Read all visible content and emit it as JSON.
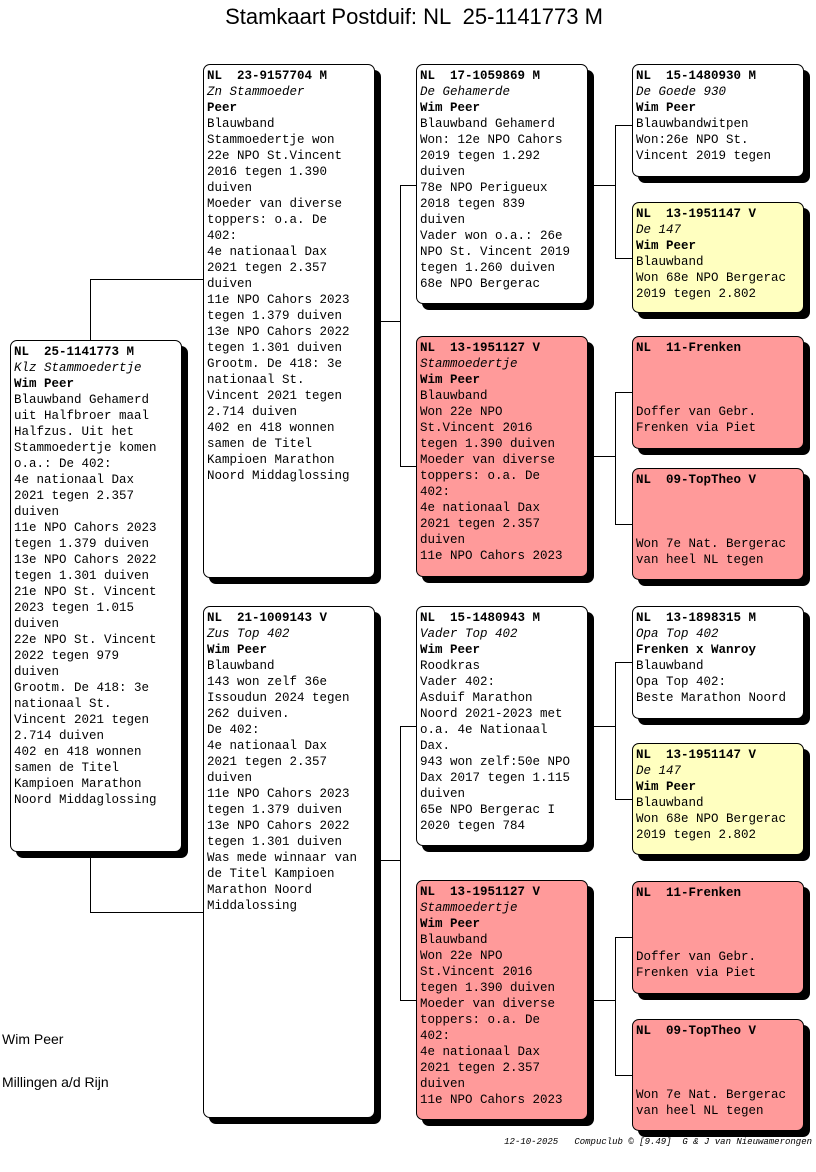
{
  "title": "Stamkaart Postduif: NL  25-1141773 M",
  "colors": {
    "white": "#ffffff",
    "yellow": "#ffffc0",
    "red": "#ff9a9a"
  },
  "cards": [
    {
      "id": "subject",
      "color": "white",
      "ring": "NL  25-1141773 M",
      "name": "Klz Stammoedertje",
      "owner": "Wim Peer",
      "lines": [
        "Blauwband Gehamerd",
        "uit Halfbroer maal",
        "Halfzus. Uit het",
        "Stammoedertje komen",
        "o.a.: De 402:",
        "4e nationaal Dax",
        "2021 tegen 2.357",
        "duiven",
        "11e NPO Cahors 2023",
        "tegen 1.379 duiven",
        "13e NPO Cahors 2022",
        "tegen 1.301 duiven",
        "21e NPO St. Vincent",
        "2023 tegen 1.015",
        "duiven",
        "22e NPO St. Vincent",
        "2022 tegen 979",
        "duiven",
        "Grootm. De 418: 3e",
        "nationaal St.",
        "Vincent 2021 tegen",
        "2.714 duiven",
        "402 en 418 wonnen",
        "samen de Titel",
        "Kampioen Marathon",
        "Noord Middaglossing"
      ]
    },
    {
      "id": "father",
      "color": "white",
      "ring": "NL  23-9157704 M",
      "name": "Zn Stammoeder",
      "owner": "Peer",
      "lines": [
        "Blauwband",
        "Stammoedertje won",
        "22e NPO St.Vincent",
        "2016 tegen 1.390",
        "duiven",
        "Moeder van diverse",
        "toppers: o.a. De",
        "402:",
        "4e nationaal Dax",
        "2021 tegen 2.357",
        "duiven",
        "11e NPO Cahors 2023",
        "tegen 1.379 duiven",
        "13e NPO Cahors 2022",
        "tegen 1.301 duiven",
        "Grootm. De 418: 3e",
        "nationaal St.",
        "Vincent 2021 tegen",
        "2.714 duiven",
        "402 en 418 wonnen",
        "samen de Titel",
        "Kampioen Marathon",
        "Noord Middaglossing"
      ]
    },
    {
      "id": "mother",
      "color": "white",
      "ring": "NL  21-1009143 V",
      "name": "Zus Top 402",
      "owner": "Wim Peer",
      "lines": [
        "Blauwband",
        "143 won zelf 36e",
        "Issoudun 2024 tegen",
        "262 duiven.",
        "De 402:",
        "4e nationaal Dax",
        "2021 tegen 2.357",
        "duiven",
        "11e NPO Cahors 2023",
        "tegen 1.379 duiven",
        "13e NPO Cahors 2022",
        "tegen 1.301 duiven",
        "Was mede winnaar van",
        "de Titel Kampioen",
        "Marathon Noord",
        "Middalossing"
      ]
    },
    {
      "id": "ff",
      "color": "white",
      "ring": "NL  17-1059869 M",
      "name": "De Gehamerde",
      "owner": "Wim Peer",
      "lines": [
        "Blauwband Gehamerd",
        "Won: 12e NPO Cahors",
        "2019 tegen 1.292",
        "duiven",
        "78e NPO Perigueux",
        "2018 tegen 839",
        "duiven",
        "Vader won o.a.: 26e",
        "NPO St. Vincent 2019",
        "tegen 1.260 duiven",
        "68e NPO Bergerac"
      ]
    },
    {
      "id": "fm",
      "color": "red",
      "ring": "NL  13-1951127 V",
      "name": "Stammoedertje",
      "owner": "Wim Peer",
      "lines": [
        "Blauwband",
        "Won 22e NPO",
        "St.Vincent 2016",
        "tegen 1.390 duiven",
        "Moeder van diverse",
        "toppers: o.a. De",
        "402:",
        "4e nationaal Dax",
        "2021 tegen 2.357",
        "duiven",
        "11e NPO Cahors 2023"
      ]
    },
    {
      "id": "mf",
      "color": "white",
      "ring": "NL  15-1480943 M",
      "name": "Vader Top 402",
      "owner": "Wim Peer",
      "lines": [
        "Roodkras",
        "Vader 402:",
        "Asduif Marathon",
        "Noord 2021-2023 met",
        "o.a. 4e Nationaal",
        "Dax.",
        "943 won zelf:50e NPO",
        "Dax 2017 tegen 1.115",
        "duiven",
        "65e NPO Bergerac I",
        "2020 tegen 784"
      ]
    },
    {
      "id": "mm",
      "color": "red",
      "ring": "NL  13-1951127 V",
      "name": "Stammoedertje",
      "owner": "Wim Peer",
      "lines": [
        "Blauwband",
        "Won 22e NPO",
        "St.Vincent 2016",
        "tegen 1.390 duiven",
        "Moeder van diverse",
        "toppers: o.a. De",
        "402:",
        "4e nationaal Dax",
        "2021 tegen 2.357",
        "duiven",
        "11e NPO Cahors 2023"
      ]
    },
    {
      "id": "fff",
      "color": "white",
      "ring": "NL  15-1480930 M",
      "name": "De Goede 930",
      "owner": "Wim Peer",
      "lines": [
        "Blauwbandwitpen",
        "Won:26e NPO St.",
        "Vincent 2019 tegen"
      ]
    },
    {
      "id": "ffm",
      "color": "yellow",
      "ring": "NL  13-1951147 V",
      "name": "De 147",
      "owner": "Wim Peer",
      "lines": [
        "Blauwband",
        "Won 68e NPO Bergerac",
        "2019 tegen 2.802"
      ]
    },
    {
      "id": "fmf",
      "color": "red",
      "ring": "NL  11-Frenken",
      "name": "",
      "owner": "",
      "lines": [
        "",
        "Doffer van Gebr.",
        "Frenken via Piet"
      ]
    },
    {
      "id": "fmm",
      "color": "red",
      "ring": "NL  09-TopTheo V",
      "name": "",
      "owner": "",
      "lines": [
        "",
        "Won 7e Nat. Bergerac",
        "van heel NL tegen"
      ]
    },
    {
      "id": "mff",
      "color": "white",
      "ring": "NL  13-1898315 M",
      "name": "Opa Top 402",
      "owner": "Frenken x Wanroy",
      "lines": [
        "Blauwband",
        "Opa Top 402:",
        "Beste Marathon Noord"
      ]
    },
    {
      "id": "mfm",
      "color": "yellow",
      "ring": "NL  13-1951147 V",
      "name": "De 147",
      "owner": "Wim Peer",
      "lines": [
        "Blauwband",
        "Won 68e NPO Bergerac",
        "2019 tegen 2.802"
      ]
    },
    {
      "id": "mmf",
      "color": "red",
      "ring": "NL  11-Frenken",
      "name": "",
      "owner": "",
      "lines": [
        "",
        "Doffer van Gebr.",
        "Frenken via Piet"
      ]
    },
    {
      "id": "mmm",
      "color": "red",
      "ring": "NL  09-TopTheo V",
      "name": "",
      "owner": "",
      "lines": [
        "",
        "Won 7e Nat. Bergerac",
        "van heel NL tegen"
      ]
    }
  ],
  "footer": {
    "owner": "Wim Peer",
    "location": "Millingen a/d Rijn",
    "stamp": "12-10-2025   Compuclub © [9.49]  G & J van Nieuwamerongen"
  }
}
